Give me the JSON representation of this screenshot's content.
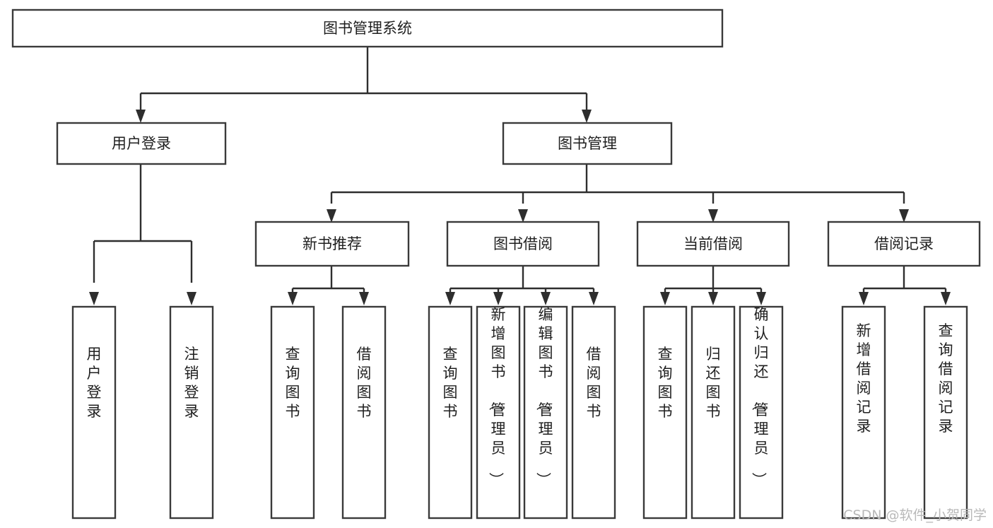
{
  "diagram": {
    "title": "图书管理系统",
    "type": "tree",
    "background_color": "#ffffff",
    "box_border_color": "#3a3a3a",
    "connector_color": "#2e2e2e",
    "text_color": "#1f1f1f",
    "root": {
      "label": "图书管理系统"
    },
    "level2": [
      {
        "label": "用户登录"
      },
      {
        "label": "图书管理"
      }
    ],
    "level3": [
      {
        "label": "新书推荐"
      },
      {
        "label": "图书借阅"
      },
      {
        "label": "当前借阅"
      },
      {
        "label": "借阅记录"
      }
    ],
    "leaves": {
      "user_login": [
        {
          "label": "用户登录"
        },
        {
          "label": "注销登录"
        }
      ],
      "new_book_recommend": [
        {
          "label": "查询图书"
        },
        {
          "label": "借阅图书"
        }
      ],
      "book_borrow": [
        {
          "label": "查询图书"
        },
        {
          "label": "新增图书（管理员）"
        },
        {
          "label": "编辑图书（管理员）"
        },
        {
          "label": "借阅图书"
        }
      ],
      "current_borrow": [
        {
          "label": "查询图书"
        },
        {
          "label": "归还图书"
        },
        {
          "label": "确认归还（管理员）"
        }
      ],
      "borrow_record": [
        {
          "label": "新增借阅记录"
        },
        {
          "label": "查询借阅记录"
        }
      ]
    }
  },
  "watermark": {
    "text": "CSDN @软件_小贺同学",
    "color": "#b9b9b9"
  }
}
